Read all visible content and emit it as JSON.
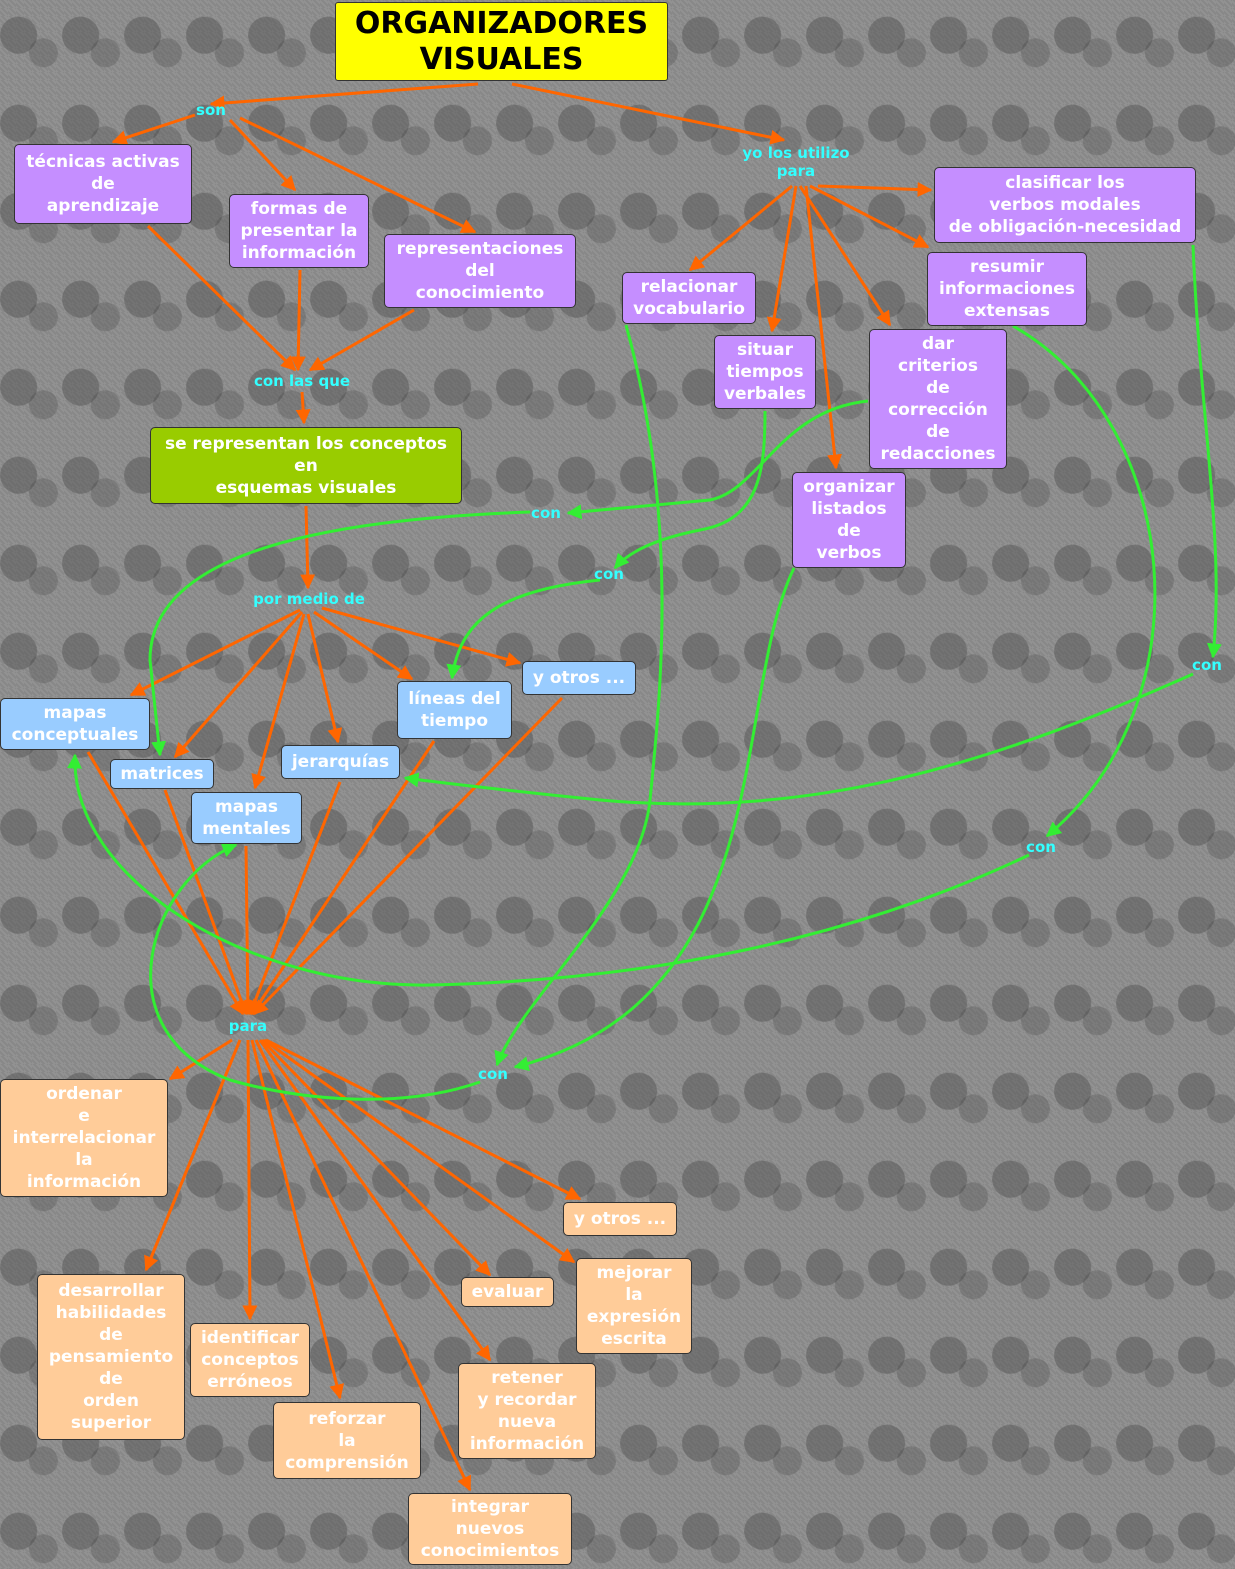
{
  "colors": {
    "orange_link": "#ff6600",
    "green_link": "#33ee33",
    "label": "#33ffff",
    "title_bg": "#ffff00",
    "purple_node": "#c58eff",
    "green_node": "#99cc00",
    "blue_node": "#99ccff",
    "orange_node": "#ffcc99"
  },
  "title": "ORGANIZADORES\nVISUALES",
  "concepts": {
    "tecnicas": "técnicas activas\nde\naprendizaje",
    "formas": "formas de\npresentar la\ninformación",
    "representaciones": "representaciones\ndel\nconocimiento",
    "se_representan": "se representan los conceptos\nen\nesquemas visuales",
    "clasificar": "clasificar los\nverbos modales\nde obligación-necesidad",
    "relacionar": "relacionar\nvocabulario",
    "resumir": "resumir\ninformaciones\nextensas",
    "situar": "situar\ntiempos\nverbales",
    "dar_criterios": "dar\ncriterios\nde\ncorrección\nde\nredacciones",
    "organizar": "organizar\nlistados\nde\nverbos",
    "mapas_conceptuales": "mapas\nconceptuales",
    "matrices": "matrices",
    "mapas_mentales": "mapas\nmentales",
    "jerarquias": "jerarquías",
    "lineas": "líneas del\ntiempo",
    "y_otros_1": "y otros ...",
    "ordenar": "ordenar\ne\ninterrelacionar\nla\ninformación",
    "desarrollar": "desarrollar\nhabilidades\nde\npensamiento\nde\norden\nsuperior",
    "identificar": "identificar\nconceptos\nerróneos",
    "reforzar": "reforzar\nla\ncomprensión",
    "integrar": "integrar\nnuevos\nconocimientos",
    "retener": "retener\ny recordar\nnueva\ninformación",
    "evaluar": "evaluar",
    "mejorar": "mejorar\nla\nexpresión\nescrita",
    "y_otros_2": "y otros ..."
  },
  "link_labels": {
    "son": "son",
    "yo_los_utilizo": "yo los utilizo\npara",
    "con_las_que": "con las que",
    "por_medio_de": "por medio de",
    "para": "para",
    "con_1": "con",
    "con_2": "con",
    "con_3": "con",
    "con_4": "con",
    "con_5": "con"
  }
}
